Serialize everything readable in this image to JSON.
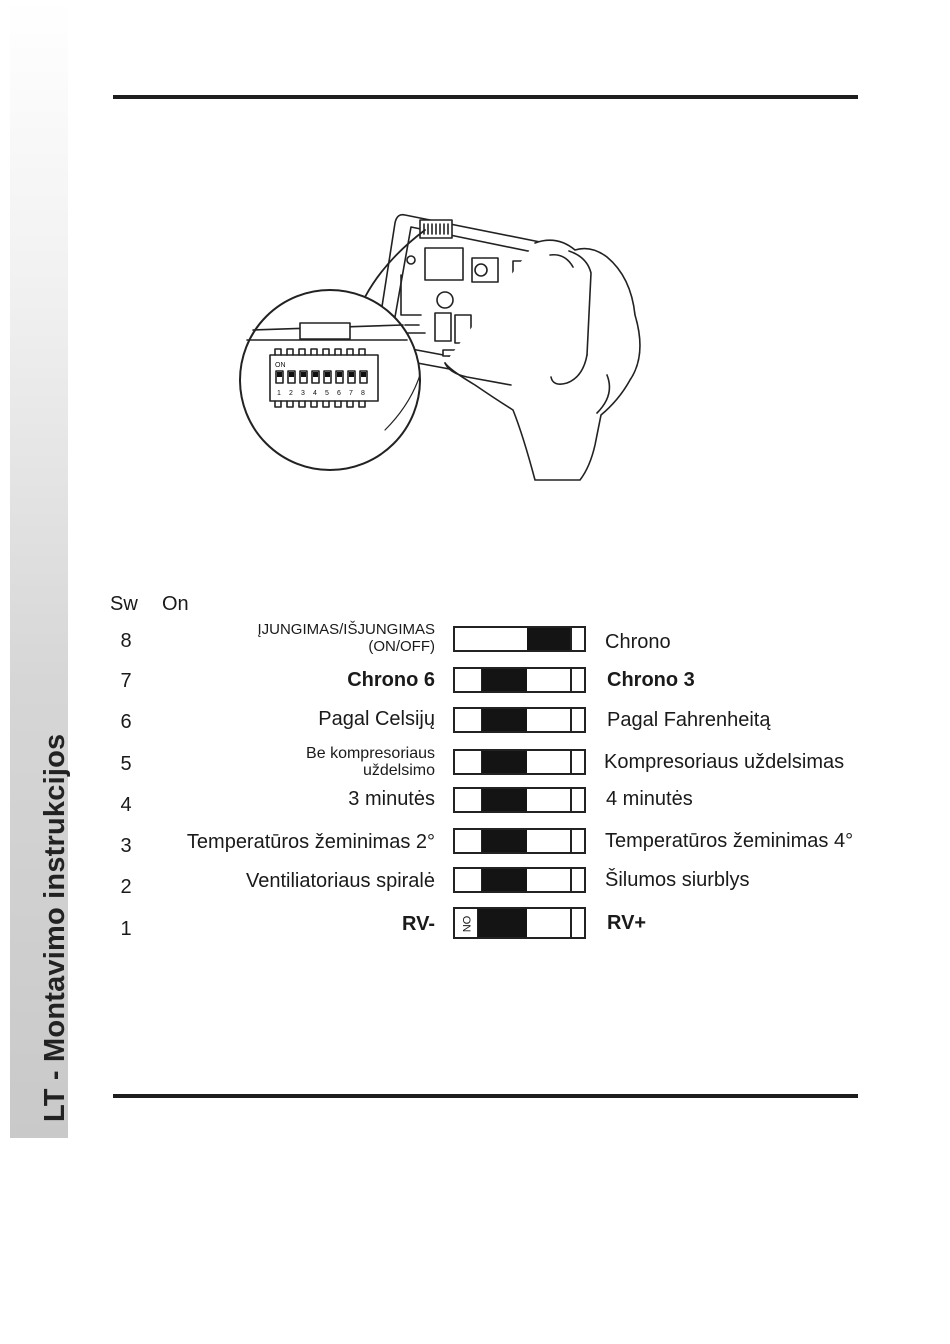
{
  "sidebar": {
    "title": "LT - Montavimo instrukcijos"
  },
  "illustration": {
    "dip_on_label": "ON",
    "dip_numbers": [
      "1",
      "2",
      "3",
      "4",
      "5",
      "6",
      "7",
      "8"
    ]
  },
  "table": {
    "header_sw": "Sw",
    "header_on": "On",
    "rows": [
      {
        "sw": "8",
        "left": "ĮJUNGIMAS/IŠJUNGIMAS",
        "left2": "(ON/OFF)",
        "right": "Chrono",
        "state": "right"
      },
      {
        "sw": "7",
        "left": "Chrono 6",
        "right": "Chrono 3",
        "state": "left"
      },
      {
        "sw": "6",
        "left": "Pagal Celsijų",
        "right": "Pagal Fahrenheitą",
        "state": "left"
      },
      {
        "sw": "5",
        "left": "Be kompresoriaus",
        "left2": "uždelsimo",
        "right": "Kompresoriaus uždelsimas",
        "state": "left"
      },
      {
        "sw": "4",
        "left": "3 minutės",
        "right": "4 minutės",
        "state": "left"
      },
      {
        "sw": "3",
        "left": "Temperatūros žeminimas 2°",
        "right": "Temperatūros žeminimas 4°",
        "state": "left"
      },
      {
        "sw": "2",
        "left": "Ventiliatoriaus spiralė",
        "right": "Šilumos siurblys",
        "state": "left"
      },
      {
        "sw": "1",
        "left": "RV-",
        "right": "RV+",
        "state": "left",
        "on_mark": "ON"
      }
    ]
  }
}
